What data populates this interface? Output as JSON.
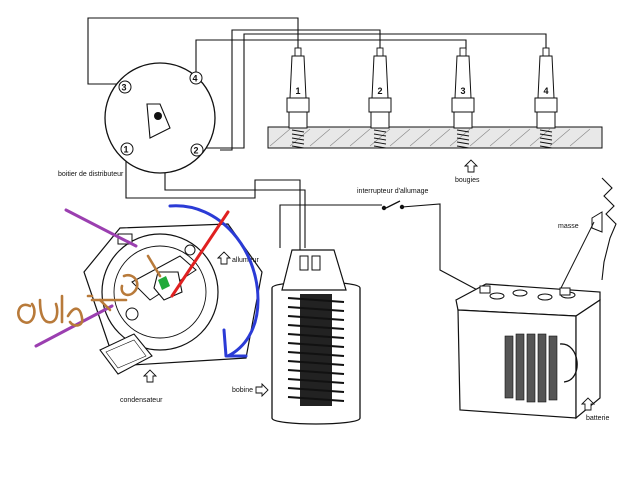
{
  "labels": {
    "distributor": "boitier de distributeur",
    "ignition_switch": "interrupteur d'allumage",
    "spark_plugs": "bougies",
    "ground": "masse",
    "igniter": "allumeur",
    "coil": "bobine",
    "capacitor": "condensateur",
    "battery": "batterie"
  },
  "distributor_terminals": [
    "1",
    "2",
    "3",
    "4"
  ],
  "spark_plug_numbers": [
    "1",
    "2",
    "3",
    "4"
  ],
  "colors": {
    "ink": "#111111",
    "annotation_purple": "#9b3fb0",
    "annotation_blue": "#2b3bd6",
    "annotation_red": "#e02020",
    "annotation_brown": "#b87a3a",
    "annotation_green": "#1faa3a"
  }
}
